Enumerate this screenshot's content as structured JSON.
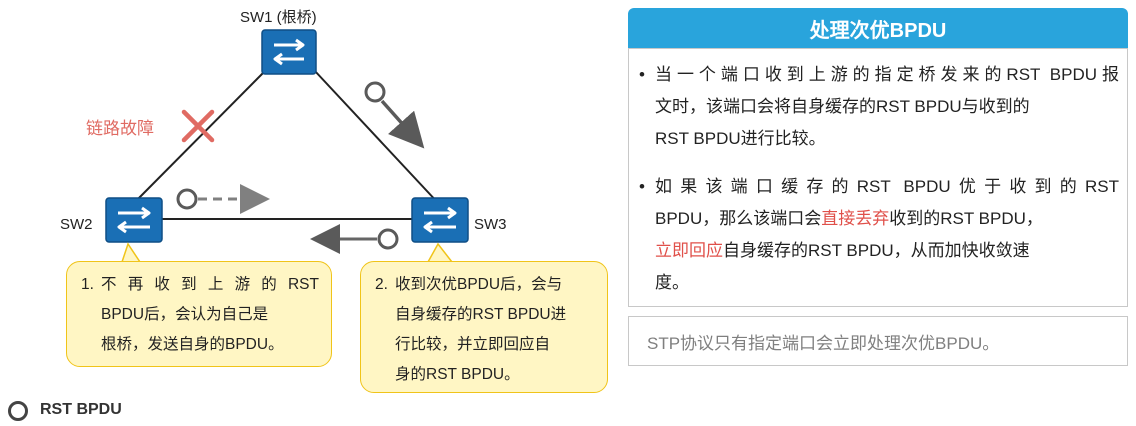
{
  "diagram": {
    "switches": {
      "sw1": {
        "label": "SW1 (根桥)"
      },
      "sw2": {
        "label": "SW2"
      },
      "sw3": {
        "label": "SW3"
      }
    },
    "link_fault_label": "链路故障",
    "callout1": {
      "number": "1.",
      "lines": [
        "不 再 收 到 上 游 的 RST",
        "BPDU后，会认为自己是",
        "根桥，发送自身的BPDU。"
      ]
    },
    "callout2": {
      "number": "2.",
      "lines": [
        "收到次优BPDU后，会与",
        "自身缓存的RST BPDU进",
        "行比较，并立即回应自",
        "身的RST BPDU。"
      ]
    },
    "legend": {
      "label": "RST BPDU"
    },
    "colors": {
      "switch": "#1a6fb5",
      "fault": "#e06b63",
      "callout_bg": "#fff6c4",
      "callout_border": "#f0c419",
      "accent": "#29a4dc"
    }
  },
  "panel": {
    "title": "处理次优BPDU",
    "bullet1": {
      "lines": [
        "当一个端口收到上游的指定桥发来的RST BPDU报",
        "文时，该端口会将自身缓存的RST BPDU与收到的",
        "RST BPDU进行比较。"
      ]
    },
    "bullet2": {
      "line1": "如果该端口缓存的RST BPDU优于收到的RST",
      "line2_pre": "BPDU，那么该端口会",
      "line2_red": "直接丢弃",
      "line2_post": "收到的RST BPDU，",
      "line3_red": "立即回应",
      "line3_post": "自身缓存的RST BPDU，从而加快收敛速",
      "line4": "度。"
    },
    "note": "STP协议只有指定端口会立即处理次优BPDU。"
  }
}
